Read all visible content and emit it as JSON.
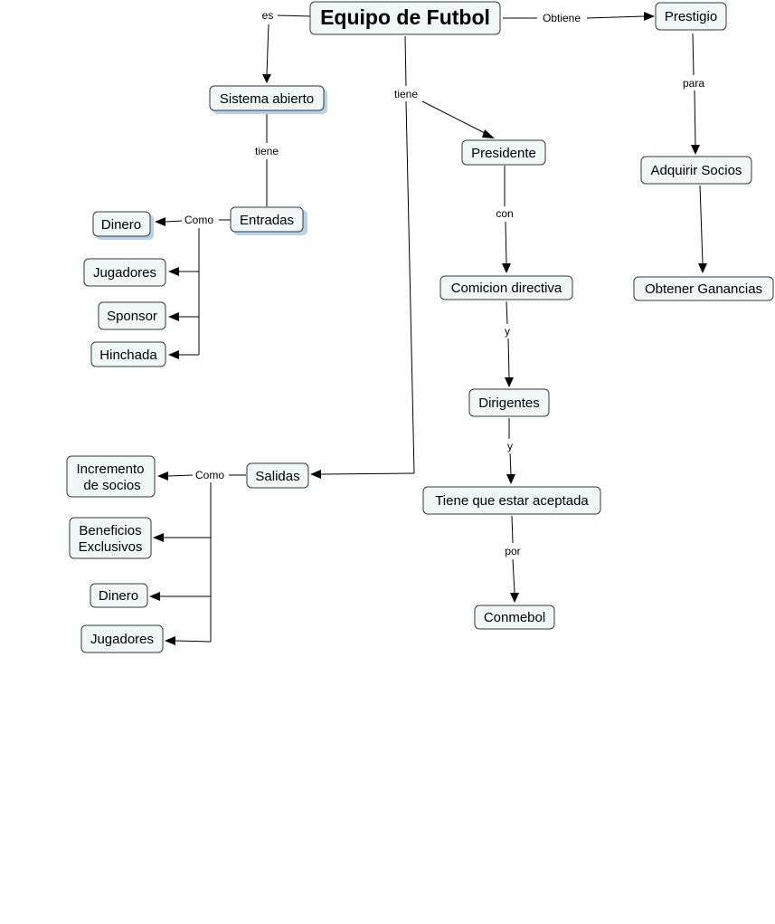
{
  "nodes": {
    "equipo": "Equipo de Futbol",
    "prestigio": "Prestigio",
    "sistema": "Sistema abierto",
    "presidente": "Presidente",
    "adquirir": "Adquirir Socios",
    "entradas": "Entradas",
    "dinero1": "Dinero",
    "jugadores1": "Jugadores",
    "sponsor": "Sponsor",
    "hinchada": "Hinchada",
    "comicion": "Comicion directiva",
    "obtener": "Obtener Ganancias",
    "dirigentes": "Dirigentes",
    "incremento": [
      "Incremento",
      "de socios"
    ],
    "salidas": "Salidas",
    "beneficios": [
      "Beneficios",
      "Exclusivos"
    ],
    "tiene_aceptada": "Tiene que estar aceptada",
    "dinero2": "Dinero",
    "conmebol": "Conmebol",
    "jugadores2": "Jugadores"
  },
  "links": {
    "es": "es",
    "obtiene": "Obtiene",
    "tiene_main": "tiene",
    "para": "para",
    "tiene_sistema": "tiene",
    "como_entradas": "Como",
    "con": "con",
    "y1": "y",
    "y2": "y",
    "como_salidas": "Como",
    "por": "por"
  },
  "colors": {
    "node_fill": "#f1f7f7",
    "node_border": "#2f3a3a",
    "shadow": "#b7d3ec"
  }
}
